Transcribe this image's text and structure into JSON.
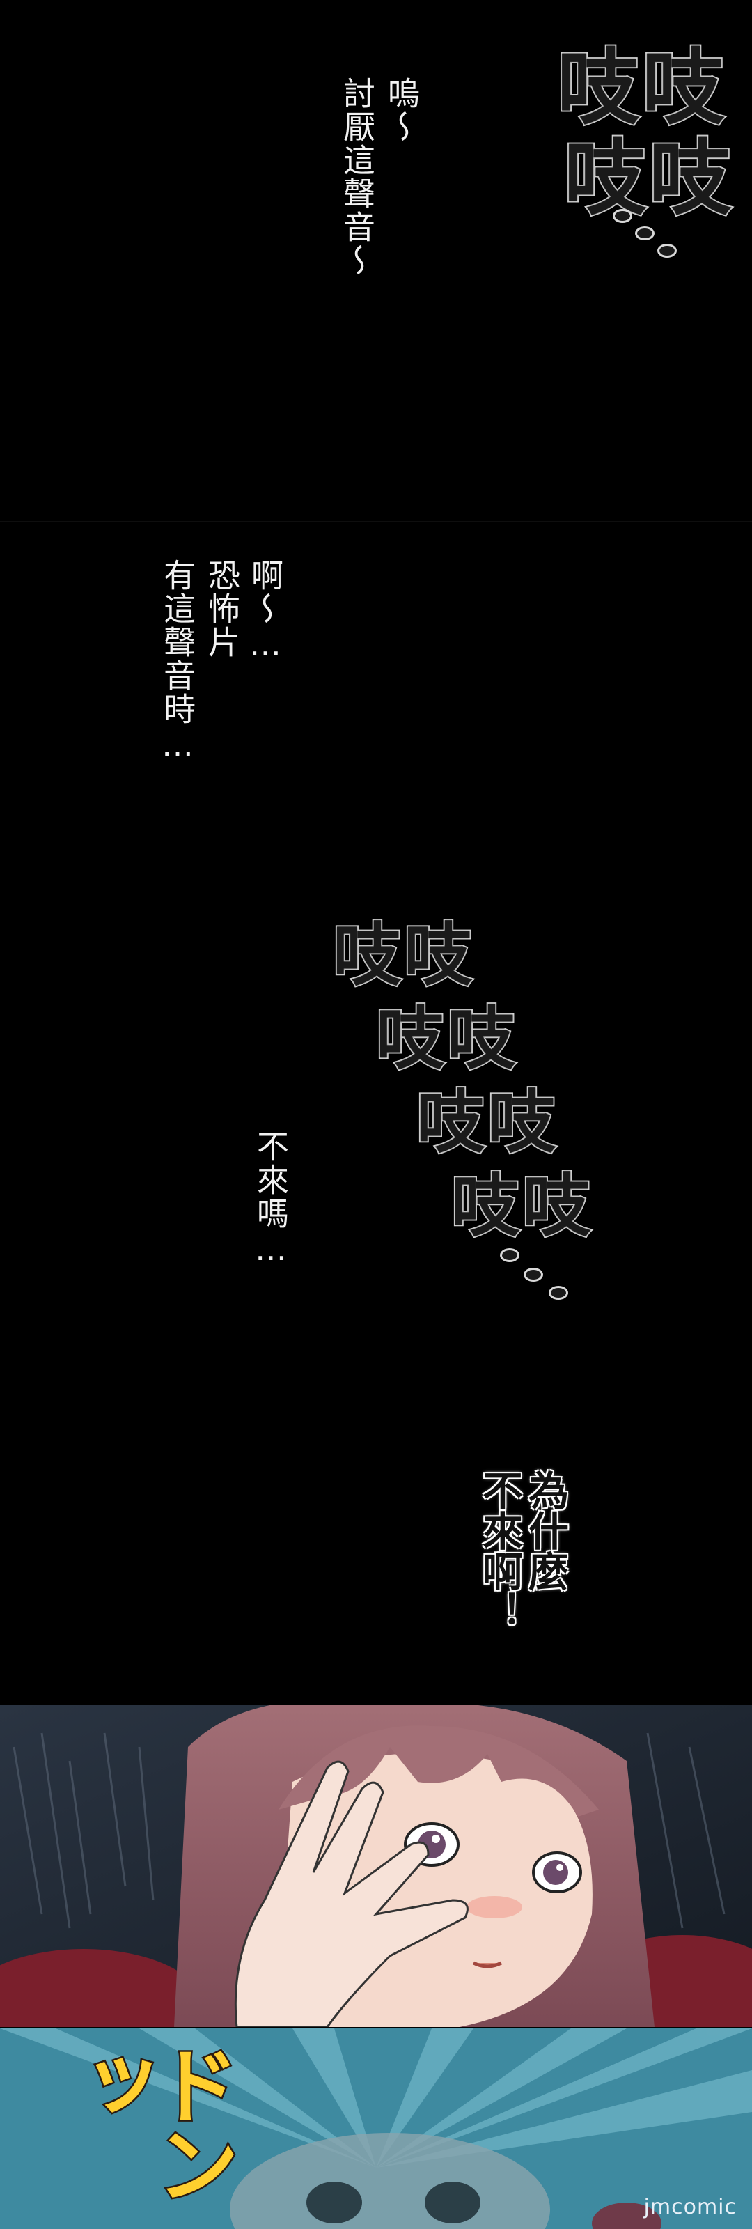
{
  "panel1": {
    "sfx_line1": "吱吱",
    "sfx_line2": "吱吱",
    "narration_col1": "嗚～",
    "narration_col2": "討厭這聲音～"
  },
  "panel2": {
    "narration_col1": "啊～…",
    "narration_col2": "恐怖片",
    "narration_col3": "有這聲音時…",
    "sfx_1": "吱吱",
    "sfx_2": "吱吱",
    "sfx_3": "吱吱",
    "sfx_4": "吱吱",
    "narration_col4": "不來嗎…"
  },
  "panel3": {
    "bubble_col1": "為什麼",
    "bubble_col2": "不來啊！"
  },
  "panel5": {
    "sfx_katakana": "ドンッ",
    "watermark": "jmcomic"
  },
  "colors": {
    "background": "#000000",
    "sfx_fill": "#1a1a1a",
    "sfx_outline": "#d9d9d9",
    "katakana_fill": "#ffcf2e",
    "teal_panel": "#3e8aa0"
  }
}
